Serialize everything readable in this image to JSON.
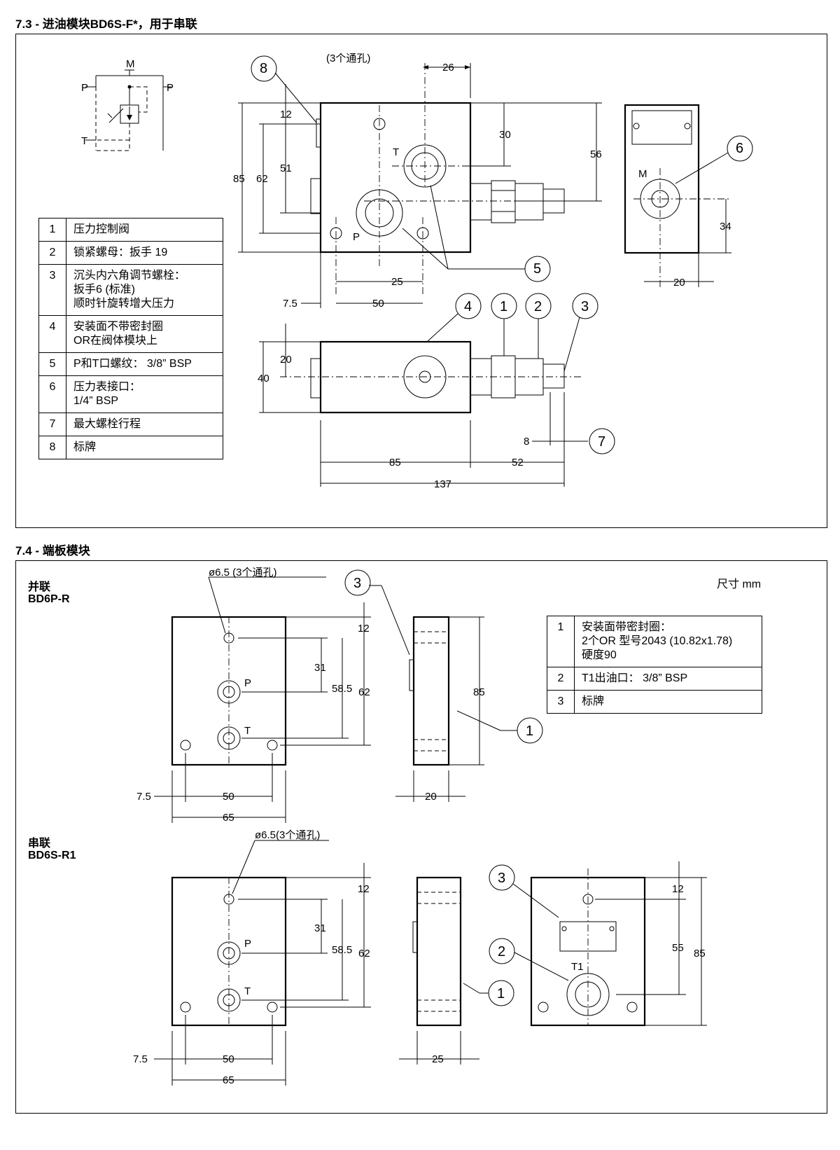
{
  "section_73": {
    "title": "7.3 - 进油模块BD6S-F*，用于串联",
    "legend": [
      {
        "n": "1",
        "text": [
          "压力控制阀"
        ]
      },
      {
        "n": "2",
        "text": [
          "锁紧螺母：扳手 19"
        ]
      },
      {
        "n": "3",
        "text": [
          "沉头内六角调节螺栓：",
          "扳手6 (标准)",
          "顺时针旋转增大压力"
        ]
      },
      {
        "n": "4",
        "text": [
          "安装面不带密封圈",
          "OR在阀体模块上"
        ]
      },
      {
        "n": "5",
        "text": [
          " P和T口螺纹： 3/8” BSP"
        ]
      },
      {
        "n": "6",
        "text": [
          "压力表接口：",
          "1/4” BSP"
        ]
      },
      {
        "n": "7",
        "text": [
          "最大螺栓行程"
        ]
      },
      {
        "n": "8",
        "text": [
          "标牌"
        ]
      }
    ],
    "symbol_labels": {
      "m": "M",
      "p1": "P",
      "p2": "P",
      "t": "T"
    },
    "holes_note": "(3个通孔)",
    "dims": {
      "d26": "26",
      "d30": "30",
      "d56": "56",
      "d12": "12",
      "d85": "85",
      "d62": "62",
      "d51": "51",
      "d25": "25",
      "d7_5": "7.5",
      "d50": "50",
      "d34": "34",
      "d20": "20",
      "side_20": "20",
      "side_40": "40",
      "d8": "8",
      "b85": "85",
      "b52": "52",
      "b137": "137"
    },
    "port_labels": {
      "t": "T",
      "p": "P",
      "m": "M"
    },
    "callouts": [
      "1",
      "2",
      "3",
      "4",
      "5",
      "6",
      "7",
      "8"
    ]
  },
  "section_74": {
    "title": "7.4 - 端板模块",
    "units": "尺寸  mm",
    "parallel": {
      "label": "并联",
      "model": "BD6P-R",
      "holes_note": "ø6.5 (3个通孔)"
    },
    "series": {
      "label": "串联",
      "model": "BD6S-R1",
      "holes_note": "ø6.5(3个通孔)"
    },
    "legend": [
      {
        "n": "1",
        "text": [
          "安装面带密封圈：",
          "2个OR 型号2043 (10.82x1.78)",
          "硬度90"
        ]
      },
      {
        "n": "2",
        "text": [
          "T1出油口： 3/8” BSP"
        ]
      },
      {
        "n": "3",
        "text": [
          "标牌"
        ]
      }
    ],
    "dims_p": {
      "d12": "12",
      "d31": "31",
      "d58_5": "58.5",
      "d62": "62",
      "d85": "85",
      "d7_5": "7.5",
      "d50": "50",
      "d65": "65",
      "d20": "20"
    },
    "dims_s": {
      "d12": "12",
      "d31": "31",
      "d58_5": "58.5",
      "d62": "62",
      "d7_5": "7.5",
      "d50": "50",
      "d65": "65",
      "d25": "25",
      "r12": "12",
      "r55": "55",
      "r85": "85"
    },
    "port_labels": {
      "p": "P",
      "t": "T",
      "t1": "T1"
    }
  }
}
